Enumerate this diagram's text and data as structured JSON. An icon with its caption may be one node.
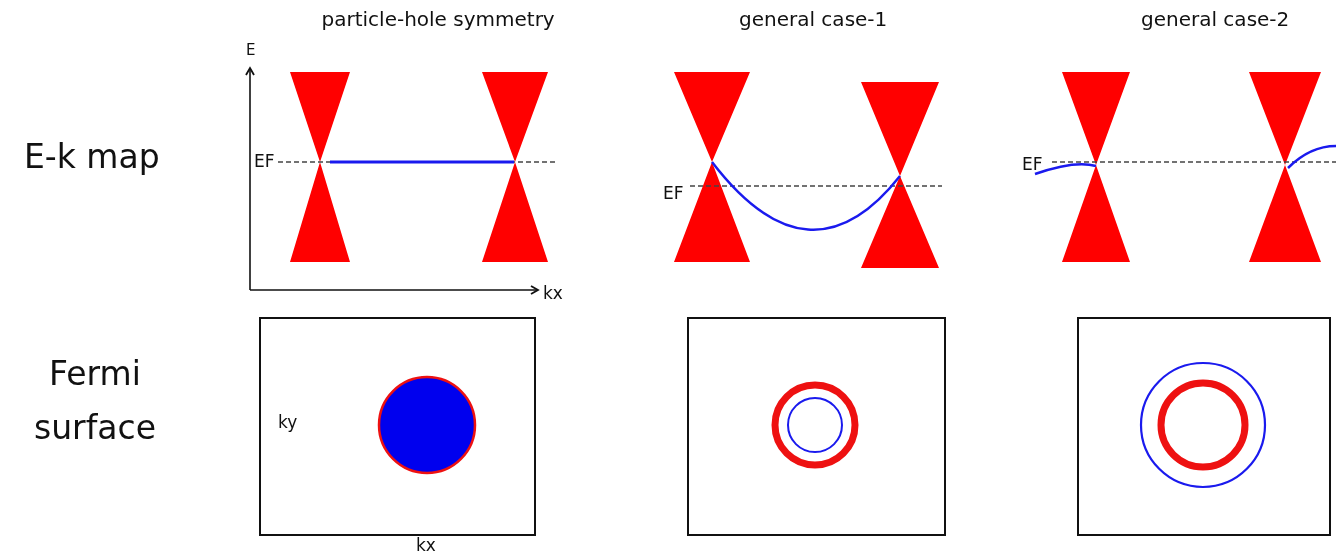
{
  "diagram": {
    "labels": [
      "particle-hole symmetry",
      "general case-1",
      "general case-2",
      "E",
      "E-k map",
      "EF",
      "EF",
      "EF",
      "kx",
      "Fermi surface",
      "ky",
      "kx"
    ]
  }
}
